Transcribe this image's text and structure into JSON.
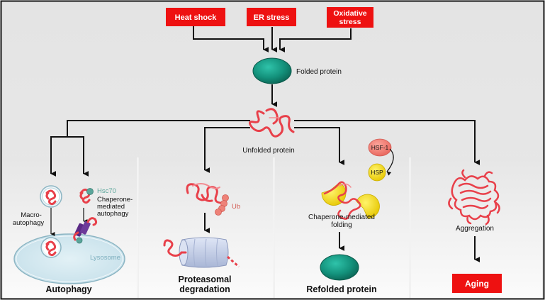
{
  "stressors": {
    "heat_shock": "Heat shock",
    "er_stress": "ER stress",
    "oxidative_line1": "Oxidative",
    "oxidative_line2": "stress"
  },
  "center": {
    "folded_protein": "Folded protein",
    "unfolded_protein": "Unfolded protein"
  },
  "autophagy": {
    "title": "Autophagy",
    "macro_line1": "Macro-",
    "macro_line2": "autophagy",
    "hsc70": "Hsc70",
    "cma_line1": "Chaperone-",
    "cma_line2": "mediated",
    "cma_line3": "autophagy",
    "lysosome": "Lysosome"
  },
  "proteasome": {
    "ub": "Ub",
    "title_line1": "Proteasomal",
    "title_line2": "degradation"
  },
  "refolding": {
    "hsf1": "HSF-1",
    "hsp": "HSP",
    "cmf_line1": "Chaperone-mediated",
    "cmf_line2": "folding",
    "title": "Refolded protein"
  },
  "aggregation": {
    "label": "Aggregation",
    "aging": "Aging"
  },
  "colors": {
    "stress_red": "#ee1111",
    "folded_teal": "#11907a",
    "protein_red": "#e8404a",
    "chaperone_yellow": "#f4dc1c",
    "hsf_pink": "#f27b72",
    "lysosome_blue": "#cfe6ee",
    "hsc70_teal": "#5aa59a",
    "proteasome_blue": "#c7d2ea",
    "channel_purple": "#5a2a85"
  }
}
